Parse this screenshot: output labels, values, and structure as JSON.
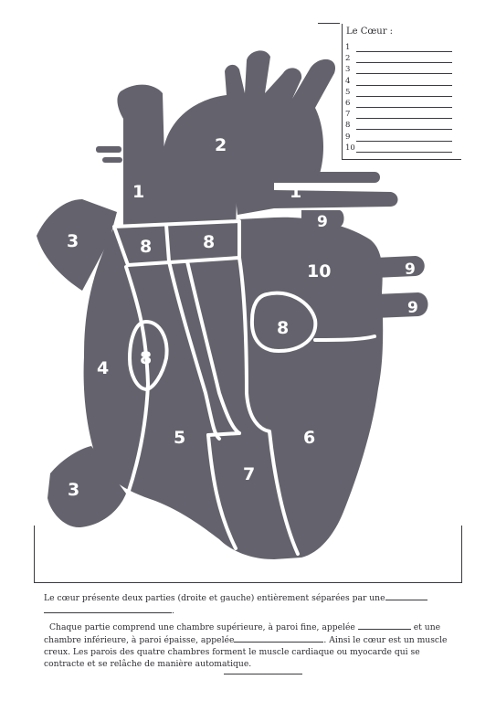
{
  "legend": {
    "title": "Le Cœur :",
    "items": [
      "1",
      "2",
      "3",
      "4",
      "5",
      "6",
      "7",
      "8",
      "9",
      "10"
    ]
  },
  "diagram": {
    "fill_color": "#64636d",
    "outline_color": "#ffffff",
    "labels": {
      "aorta_top": "2",
      "vena_cava_sup": "1",
      "pulmonary_artery_right": "1",
      "right_pulm_vein_top": "9",
      "right_pulm_vein_mid": "9",
      "right_pulm_vein_low": "9",
      "left_atrium": "10",
      "left_vessel_top": "3",
      "left_vessel_bottom": "3",
      "right_atrium": "4",
      "right_ventricle": "5",
      "left_ventricle": "6",
      "septum": "7",
      "valve_top_left": "8",
      "valve_top_mid": "8",
      "valve_left": "8",
      "valve_right": "8"
    }
  },
  "text": {
    "paragraph1": "Le cœur présente deux parties (droite et gauche) entièrement séparées par une",
    "paragraph1_end": ".",
    "paragraph2_a": "Chaque partie comprend une chambre supérieure, à paroi fine, appelée",
    "paragraph2_b": "et",
    "paragraph2_c": "une chambre inférieure, à paroi épaisse, appelée",
    "paragraph2_d": ". Ainsi le cœur est un muscle creux. Les parois des quatre chambres forment le muscle cardiaque ou myocarde qui se contracte et se relâche de manière automatique."
  }
}
